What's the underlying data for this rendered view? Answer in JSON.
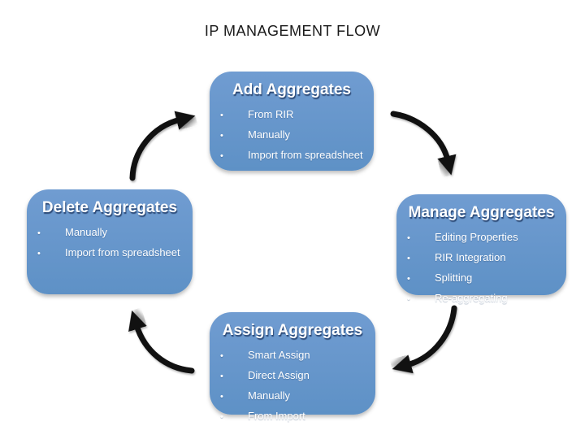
{
  "title": "IP MANAGEMENT FLOW",
  "colors": {
    "background": "#ffffff",
    "box_fill_top": "#709cd1",
    "box_fill_bottom": "#5e91c6",
    "heading_text": "#ffffff",
    "heading_shadow": "#1f3864",
    "bullet_text": "#ffffff",
    "arrow": "#111111",
    "title_text": "#1a1a1a"
  },
  "bullet_char": "•",
  "nodes": [
    {
      "id": "add",
      "title": "Add Aggregates",
      "items": [
        "From RIR",
        "Manually",
        "Import from spreadsheet"
      ]
    },
    {
      "id": "manage",
      "title": "Manage Aggregates",
      "items": [
        "Editing Properties",
        "RIR Integration",
        "Splitting",
        "Re-aggregating"
      ]
    },
    {
      "id": "assign",
      "title": "Assign Aggregates",
      "items": [
        "Smart Assign",
        "Direct Assign",
        "Manually",
        "From Import"
      ]
    },
    {
      "id": "delete",
      "title": "Delete Aggregates",
      "items": [
        "Manually",
        "Import from spreadsheet"
      ]
    }
  ],
  "arrows": [
    {
      "name": "arrow-add-to-manage",
      "from": "Add Aggregates",
      "to": "Manage Aggregates"
    },
    {
      "name": "arrow-manage-to-assign",
      "from": "Manage Aggregates",
      "to": "Assign Aggregates"
    },
    {
      "name": "arrow-assign-to-delete",
      "from": "Assign Aggregates",
      "to": "Delete Aggregates"
    },
    {
      "name": "arrow-delete-to-add",
      "from": "Delete Aggregates",
      "to": "Add Aggregates"
    }
  ]
}
